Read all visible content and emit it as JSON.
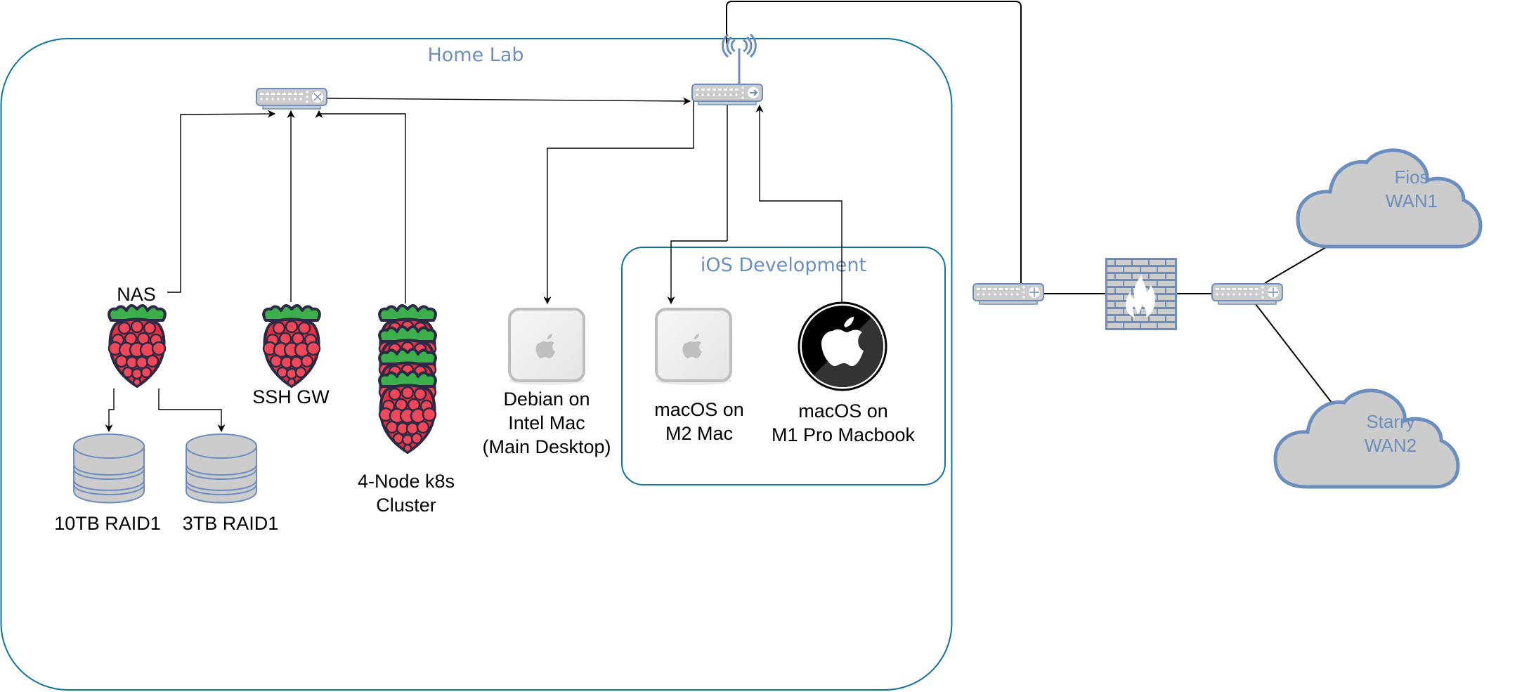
{
  "diagram": {
    "title": "Home Lab",
    "groups": {
      "home_lab": {
        "label": "Home Lab",
        "stroke": "#10739E"
      },
      "ios_dev": {
        "label": "iOS Development",
        "stroke": "#10739E"
      }
    },
    "colors": {
      "group_border": "#10739E",
      "group_label": "#6C8EBF",
      "device_fill": "#CCCCCC",
      "device_stroke": "#6C8EBF",
      "raspberry_red": "#E8303C",
      "raspberry_leaf": "#3CAE4B",
      "edge": "#000000"
    },
    "nodes": {
      "lan_switch": {
        "type": "switch-icon",
        "label": ""
      },
      "wifi_router": {
        "type": "wireless-router-icon",
        "label": ""
      },
      "nas": {
        "type": "raspberry-pi-icon",
        "label": "NAS"
      },
      "ssh_gw": {
        "type": "raspberry-pi-icon",
        "label": "SSH GW"
      },
      "k8s": {
        "type": "raspberry-pi-stack-icon",
        "label_line1": "4-Node k8s",
        "label_line2": "Cluster",
        "node_count": 4
      },
      "drive_10tb": {
        "type": "database-icon",
        "label": "10TB RAID1"
      },
      "drive_3tb": {
        "type": "database-icon",
        "label": "3TB RAID1"
      },
      "debian_mac": {
        "type": "mac-mini-icon",
        "label_line1": "Debian on",
        "label_line2": "Intel Mac",
        "label_line3": "(Main Desktop)"
      },
      "m2_mac": {
        "type": "mac-mini-icon",
        "label_line1": "macOS on",
        "label_line2": "M2 Mac"
      },
      "m1_macbook": {
        "type": "apple-logo-icon",
        "label_line1": "macOS on",
        "label_line2": "M1 Pro Macbook"
      },
      "wan_router_inner": {
        "type": "router-icon",
        "label": ""
      },
      "firewall": {
        "type": "firewall-icon",
        "label": ""
      },
      "wan_router_outer": {
        "type": "router-icon",
        "label": ""
      },
      "fios": {
        "type": "cloud-icon",
        "label_line1": "Fios",
        "label_line2": "WAN1"
      },
      "starry": {
        "type": "cloud-icon",
        "label_line1": "Starry",
        "label_line2": "WAN2"
      }
    },
    "edges": [
      {
        "from": "nas",
        "to": "lan_switch"
      },
      {
        "from": "ssh_gw",
        "to": "lan_switch"
      },
      {
        "from": "k8s",
        "to": "lan_switch"
      },
      {
        "from": "lan_switch",
        "to": "wifi_router"
      },
      {
        "from": "wifi_router",
        "to": "debian_mac"
      },
      {
        "from": "wifi_router",
        "to": "m2_mac"
      },
      {
        "from": "m1_macbook",
        "to": "wifi_router"
      },
      {
        "from": "nas",
        "to": "drive_10tb"
      },
      {
        "from": "nas",
        "to": "drive_3tb"
      },
      {
        "from": "wifi_router",
        "to": "wan_router_inner"
      },
      {
        "from": "wan_router_inner",
        "to": "firewall"
      },
      {
        "from": "firewall",
        "to": "wan_router_outer"
      },
      {
        "from": "wan_router_outer",
        "to": "fios"
      },
      {
        "from": "wan_router_outer",
        "to": "starry"
      }
    ]
  }
}
